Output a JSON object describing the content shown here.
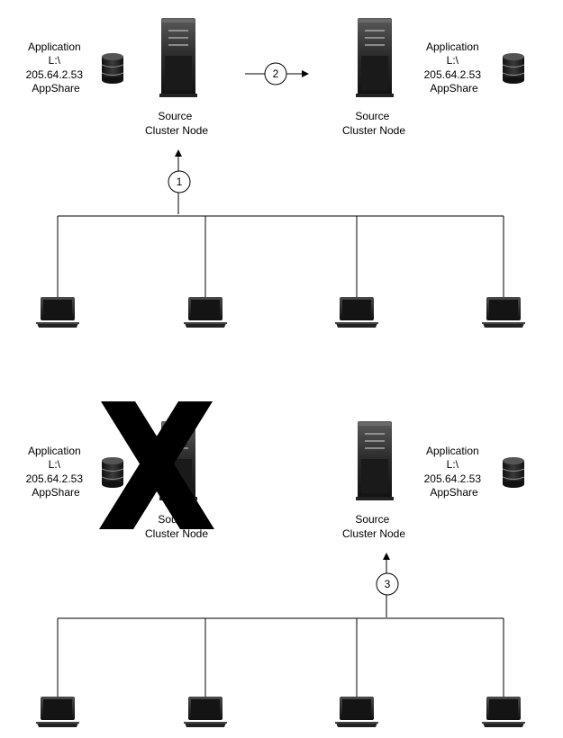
{
  "top_scenario": {
    "left_app": {
      "lines": [
        "Application",
        "L:\\",
        "205.64.2.53",
        "AppShare"
      ]
    },
    "right_app": {
      "lines": [
        "Application",
        "L:\\",
        "205.64.2.53",
        "AppShare"
      ]
    },
    "left_node": {
      "lines": [
        "Source",
        "Cluster Node"
      ]
    },
    "right_node": {
      "lines": [
        "Source",
        "Cluster Node"
      ]
    },
    "step_to_left_node": "1",
    "step_between_nodes": "2"
  },
  "bottom_scenario": {
    "left_app": {
      "lines": [
        "Application",
        "L:\\",
        "205.64.2.53",
        "AppShare"
      ]
    },
    "right_app": {
      "lines": [
        "Application",
        "L:\\",
        "205.64.2.53",
        "AppShare"
      ]
    },
    "left_node": {
      "lines": [
        "Source",
        "Cluster Node"
      ],
      "failed": true
    },
    "right_node": {
      "lines": [
        "Source",
        "Cluster Node"
      ]
    },
    "step_to_right_node": "3"
  },
  "icons": {
    "server": "server-tower-icon",
    "database": "database-cylinder-icon",
    "client": "laptop-icon",
    "failure": "x-failure-mark"
  },
  "colors": {
    "device_dark": "#1e1e1e",
    "device_light": "#8a8a8a",
    "line": "#000000"
  }
}
